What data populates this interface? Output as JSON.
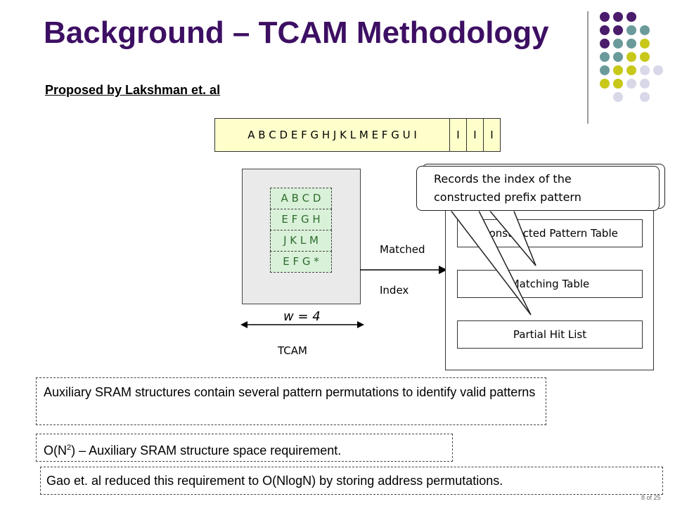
{
  "slide": {
    "title": "Background – TCAM Methodology",
    "subtitle": "Proposed by Lakshman et. al",
    "page_number": "8 of 25"
  },
  "sequence": {
    "main": "A B C D E F G H J K L M E F G U I",
    "extra": [
      "I",
      "I",
      "I"
    ]
  },
  "tcam": {
    "rows": [
      "A B C D",
      "E F G H",
      "J K L M",
      "E F G *"
    ],
    "width_label": "w = 4",
    "label": "TCAM"
  },
  "arrow_labels": {
    "top": "Matched",
    "bottom": "Index"
  },
  "sram": {
    "tables": [
      "Constructed Pattern Table",
      "Matching Table",
      "Partial Hit List"
    ]
  },
  "callout": {
    "line1": "Records the index of the",
    "line2": "constructed prefix pattern"
  },
  "notes": {
    "aux_sram": "Auxiliary SRAM structures contain several pattern permutations to identify valid patterns",
    "space_prefix": "O(N",
    "space_exp": "2",
    "space_suffix": ") – Auxiliary SRAM structure space requirement.",
    "gao": "Gao et. al reduced this requirement to O(NlogN) by storing address permutations."
  },
  "decor": {
    "dot_colors": [
      "#4b1c6b",
      "#6b9a9a",
      "#c8c81a",
      "#d8d8e8"
    ]
  }
}
